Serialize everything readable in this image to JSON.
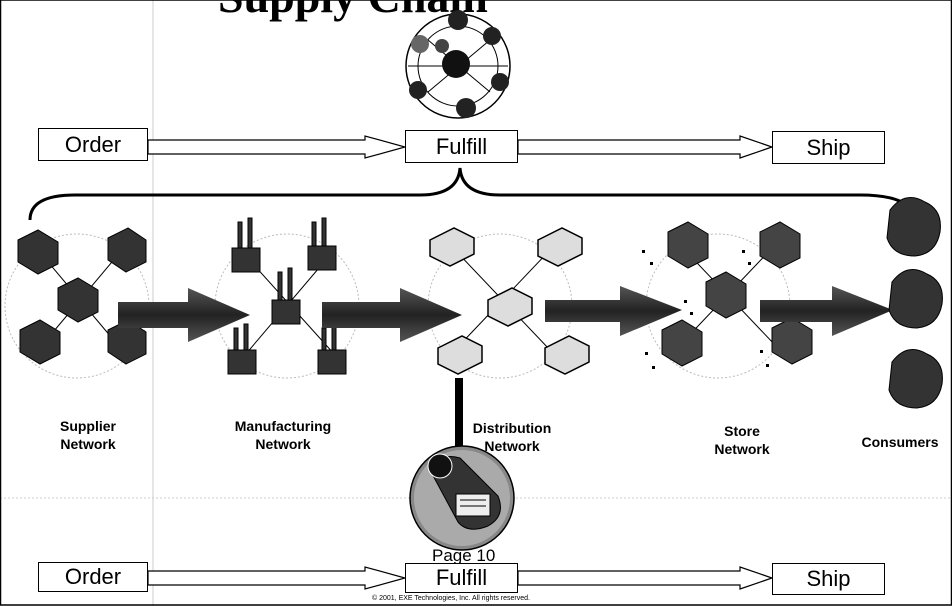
{
  "title": "Supply Chain",
  "top_flow": {
    "order": "Order",
    "fulfill": "Fulfill",
    "ship": "Ship"
  },
  "bottom_flow": {
    "order": "Order",
    "fulfill": "Fulfill",
    "ship": "Ship"
  },
  "networks": [
    {
      "line1": "Supplier",
      "line2": "Network"
    },
    {
      "line1": "Manufacturing",
      "line2": "Network"
    },
    {
      "line1": "Distribution",
      "line2": "Network"
    },
    {
      "line1": "Store",
      "line2": "Network"
    }
  ],
  "consumers": "Consumers",
  "page_label": "Page 10",
  "copyright": "© 2001, EXE Technologies, Inc. All rights reserved."
}
